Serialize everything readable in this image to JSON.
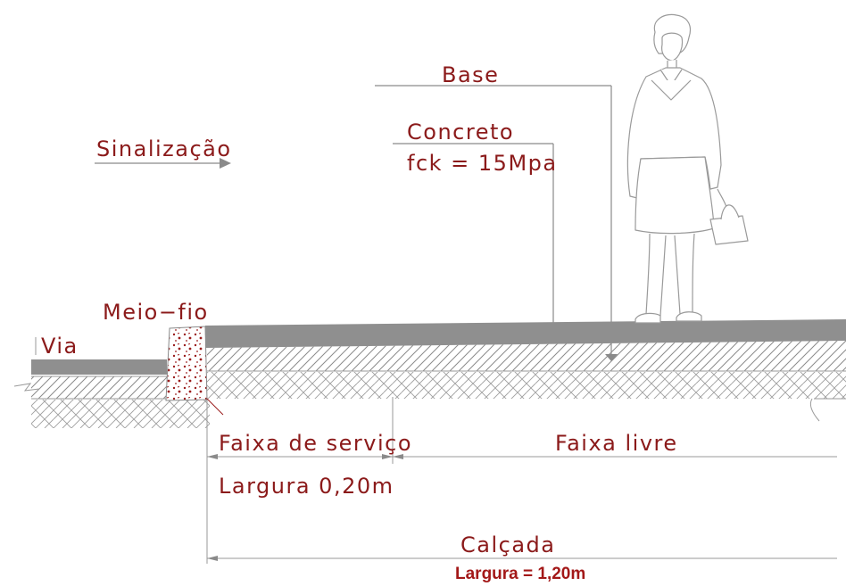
{
  "labels": {
    "base": "Base",
    "sinalizacao": "Sinalização",
    "concreto": "Concreto",
    "fck": "fck  =  15Mpa",
    "meio_fio": "Meio−fio",
    "via": "Via",
    "faixa_servico": "Faixa  de  serviço",
    "faixa_livre": "Faixa  livre",
    "largura_servico": "Largura  0,20m",
    "calcada": "Calçada",
    "largura_total": "Largura = 1,20m"
  },
  "colors": {
    "label_text": "#8b1a1a",
    "emphasis_text": "#a31818",
    "concrete_slab": "#8f8f8f",
    "lines": "#8a8a8a",
    "curb_hatch": "#9b1c1c"
  }
}
